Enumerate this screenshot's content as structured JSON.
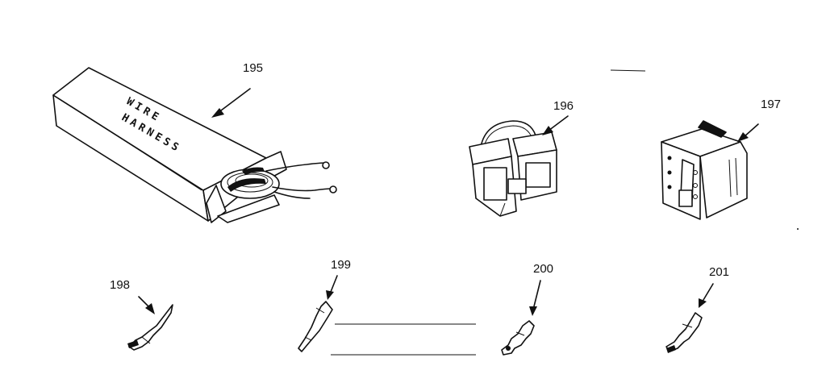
{
  "diagram": {
    "box_label_line1": "WIRE",
    "box_label_line2": "HARNESS",
    "parts": [
      {
        "number": "195",
        "description_icon": "wire-harness-box-icon"
      },
      {
        "number": "196",
        "description_icon": "connector-housing-icon"
      },
      {
        "number": "197",
        "description_icon": "connector-housing-icon"
      },
      {
        "number": "198",
        "description_icon": "terminal-icon"
      },
      {
        "number": "199",
        "description_icon": "terminal-icon"
      },
      {
        "number": "200",
        "description_icon": "terminal-icon"
      },
      {
        "number": "201",
        "description_icon": "terminal-icon"
      }
    ]
  }
}
